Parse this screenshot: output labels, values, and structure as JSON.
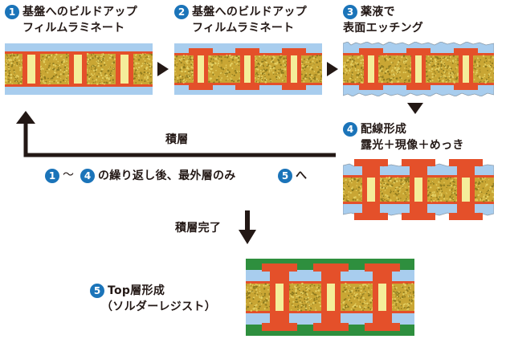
{
  "colors": {
    "accent_blue": "#1b74b9",
    "copper": "#e4502a",
    "copper_dark": "#c53f1f",
    "core": "#c9a634",
    "via_fill": "#f4ee9a",
    "buildup_light": "#a8cdee",
    "solder_resist": "#2e8f3e",
    "arrow": "#231815"
  },
  "steps": [
    {
      "num": "1",
      "line1": "基盤へのビルドアップ",
      "line2": "フィルムラミネート"
    },
    {
      "num": "2",
      "line1": "基盤へのビルドアップ",
      "line2": "フィルムラミネート"
    },
    {
      "num": "3",
      "line1": "薬液で",
      "line2": "表面エッチング"
    },
    {
      "num": "4",
      "line1": "配線形成",
      "line2": "露光＋現像＋めっき"
    }
  ],
  "loop": {
    "label": "積層",
    "badge_from": "1",
    "tilde": "～",
    "badge_to": "4",
    "repeat_text": "の繰り返し後、最外層のみ",
    "badge_next": "5",
    "suffix": "へ"
  },
  "complete_label": "積層完了",
  "step5": {
    "num": "5",
    "line1": "Top層形成",
    "line2": "（ソルダーレジスト）"
  }
}
